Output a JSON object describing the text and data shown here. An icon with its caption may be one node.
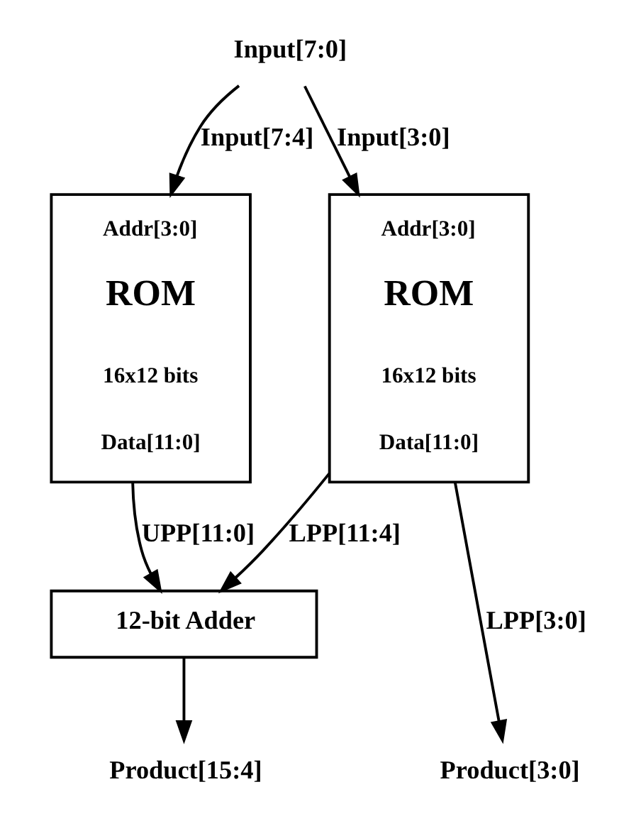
{
  "diagram": {
    "nodes": [
      {
        "text": [
          "Input[7:0]"
        ]
      },
      {
        "text": [
          "Addr[3:0]",
          "ROM",
          "16x12 bits",
          "Data[11:0]"
        ]
      },
      {
        "text": [
          "Addr[3:0]",
          "ROM",
          "16x12 bits",
          "Data[11:0]"
        ]
      },
      {
        "text": [
          "12-bit Adder"
        ]
      },
      {
        "text": [
          "Product[15:4]"
        ]
      },
      {
        "text": [
          "Product[3:0]"
        ]
      }
    ],
    "edges": [
      {
        "from": 0,
        "to": 1,
        "arrow": "to",
        "label": "Input[7:4]"
      },
      {
        "from": 0,
        "to": 2,
        "arrow": "to",
        "label": "Input[3:0]"
      },
      {
        "from": 1,
        "to": 3,
        "arrow": "to",
        "label": "UPP[11:0]"
      },
      {
        "from": 2,
        "to": 3,
        "arrow": "to",
        "label": "LPP[11:4]"
      },
      {
        "from": 2,
        "to": 5,
        "arrow": "to",
        "label": "LPP[3:0]"
      },
      {
        "from": 3,
        "to": 4,
        "arrow": "to"
      }
    ]
  }
}
